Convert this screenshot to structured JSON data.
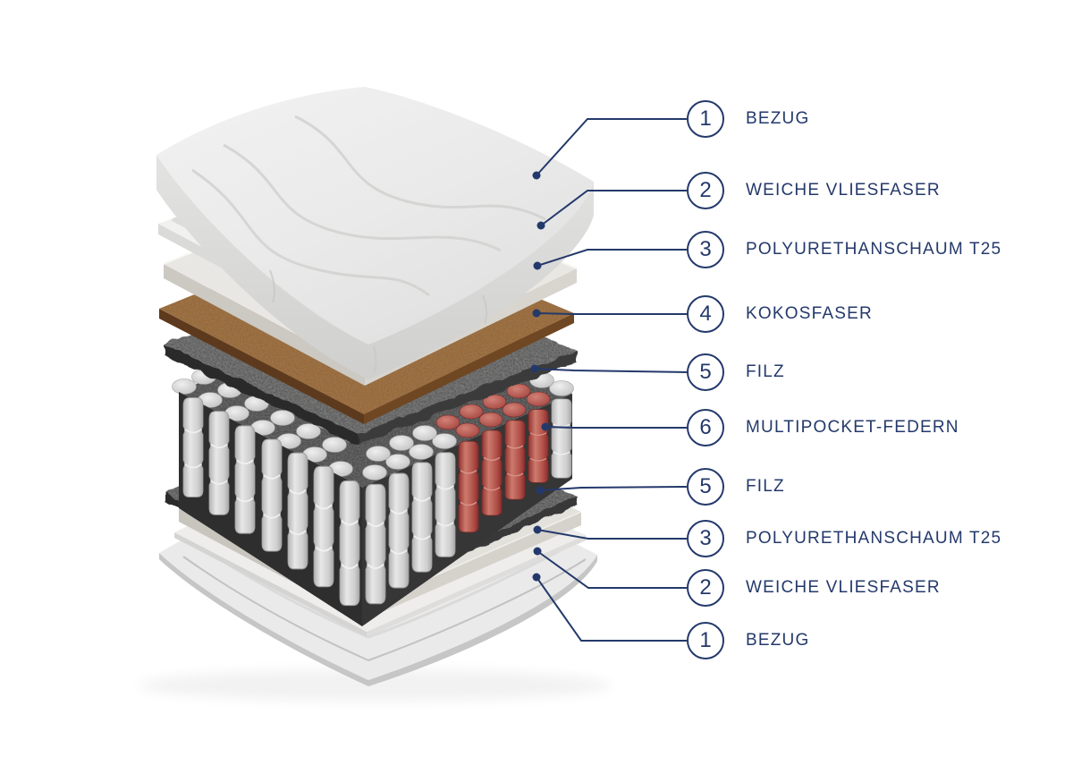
{
  "page": {
    "background": "#ffffff",
    "accent_color": "#24396b"
  },
  "callouts": [
    {
      "number": "1",
      "label": "BEZUG"
    },
    {
      "number": "2",
      "label": "WEICHE VLIESFASER"
    },
    {
      "number": "3",
      "label": "POLYURETHANSCHAUM T25"
    },
    {
      "number": "4",
      "label": "KOKOSFASER"
    },
    {
      "number": "5",
      "label": "FILZ"
    },
    {
      "number": "6",
      "label": "MULTIPOCKET-FEDERN"
    },
    {
      "number": "5",
      "label": "FILZ"
    },
    {
      "number": "3",
      "label": "POLYURETHANSCHAUM T25"
    },
    {
      "number": "2",
      "label": "WEICHE VLIESFASER"
    },
    {
      "number": "1",
      "label": "BEZUG"
    }
  ],
  "layers": [
    {
      "id": "bezug-top",
      "color": "#ececec"
    },
    {
      "id": "vliesfaser-top",
      "color": "#f1f1f0"
    },
    {
      "id": "polyurethanschaum-top",
      "color": "#e9e7e3"
    },
    {
      "id": "kokosfaser",
      "color": "#8f5e30"
    },
    {
      "id": "filz-top",
      "color": "#4f4f4f"
    },
    {
      "id": "multipocket-federn",
      "color": "#d4d4d4",
      "highlight_color": "#b04743"
    },
    {
      "id": "filz-bottom",
      "color": "#4a4a4a"
    },
    {
      "id": "polyurethanschaum-bottom",
      "color": "#e3e1dc"
    },
    {
      "id": "vliesfaser-bottom",
      "color": "#eeedec"
    },
    {
      "id": "bezug-bottom",
      "color": "#eaeaea"
    }
  ]
}
